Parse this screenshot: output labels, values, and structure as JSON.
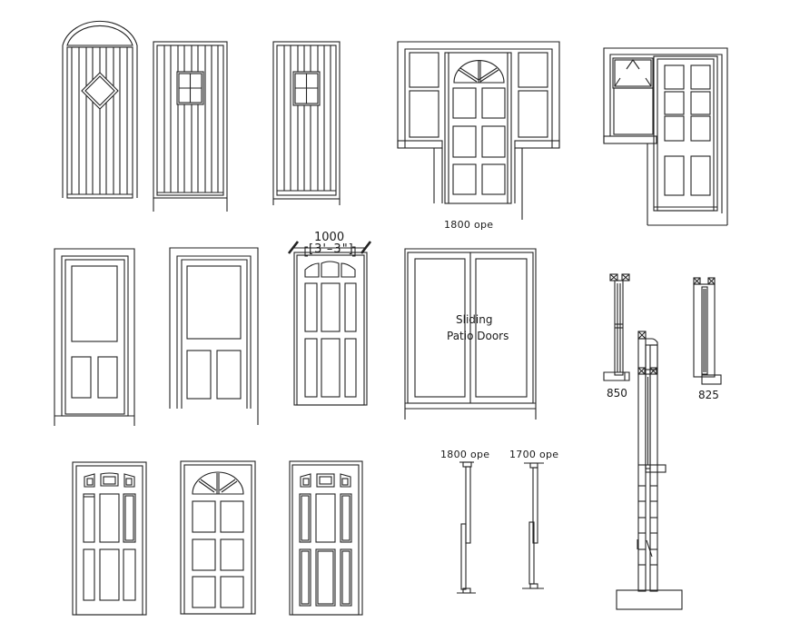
{
  "drawing": {
    "type": "CAD door elevations and sections sheet",
    "stroke_color": "#222222",
    "background": "#ffffff"
  },
  "labels": {
    "glazed_screen_opening": "1800 ope",
    "door_width_mm": "1000",
    "door_width_imperial": "[3'–3\"]",
    "patio_line1": "Sliding",
    "patio_line2": "Patio Doors",
    "section_850": "850",
    "section_825": "825",
    "section_1800": "1800 ope",
    "section_1700": "1700 ope"
  },
  "elements": [
    {
      "id": "arched-boarded-door",
      "desc": "Arched ledged boarded door with diamond light"
    },
    {
      "id": "boarded-door-4-light-a",
      "desc": "Boarded door with 4-pane window"
    },
    {
      "id": "boarded-door-4-light-b",
      "desc": "Boarded door with 4-pane window"
    },
    {
      "id": "door-with-sidelights",
      "desc": "Fanlight door with side screens, 1800 ope"
    },
    {
      "id": "door-with-side-window",
      "desc": "6-panel door with side top-hung window"
    },
    {
      "id": "half-glazed-door-a",
      "desc": "Half glazed door with 2 lower panels"
    },
    {
      "id": "half-glazed-door-b",
      "desc": "Half glazed door with 2 lower panels"
    },
    {
      "id": "nine-panel-door",
      "desc": "9-panel door 1000 wide"
    },
    {
      "id": "sliding-patio-doors",
      "desc": "Sliding patio doors"
    },
    {
      "id": "section-850",
      "desc": "Frame section 850"
    },
    {
      "id": "section-825",
      "desc": "Frame section 825"
    },
    {
      "id": "wall-section",
      "desc": "Cavity wall section with door frame"
    },
    {
      "id": "nine-panel-door-b",
      "desc": "9-panel door with top lights"
    },
    {
      "id": "fanlight-6-panel-door",
      "desc": "Fanlight door with 6 glazed panels"
    },
    {
      "id": "nine-panel-door-c",
      "desc": "9-panel raised panel door"
    },
    {
      "id": "section-1800",
      "desc": "Patio door section 1800 ope"
    },
    {
      "id": "section-1700",
      "desc": "Patio door section 1700 ope"
    }
  ]
}
